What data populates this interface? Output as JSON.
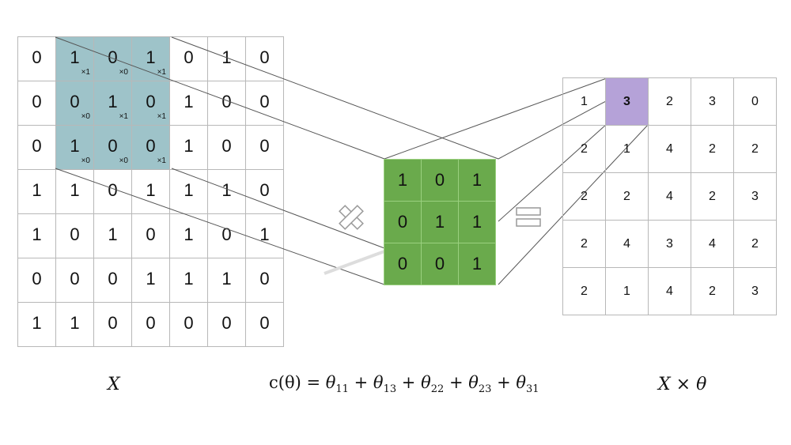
{
  "input_matrix": {
    "rows": [
      [
        "0",
        "1",
        "0",
        "1",
        "0",
        "1",
        "0"
      ],
      [
        "0",
        "0",
        "1",
        "0",
        "1",
        "0",
        "0"
      ],
      [
        "0",
        "1",
        "0",
        "0",
        "1",
        "0",
        "0"
      ],
      [
        "1",
        "1",
        "0",
        "1",
        "1",
        "1",
        "0"
      ],
      [
        "1",
        "0",
        "1",
        "0",
        "1",
        "0",
        "1"
      ],
      [
        "0",
        "0",
        "0",
        "1",
        "1",
        "1",
        "0"
      ],
      [
        "1",
        "1",
        "0",
        "0",
        "0",
        "0",
        "0"
      ]
    ],
    "window_weights": [
      [
        "×1",
        "×0",
        "×1"
      ],
      [
        "×0",
        "×1",
        "×1"
      ],
      [
        "×0",
        "×0",
        "×1"
      ]
    ],
    "label": "X"
  },
  "kernel_matrix": {
    "rows": [
      [
        "1",
        "0",
        "1"
      ],
      [
        "0",
        "1",
        "1"
      ],
      [
        "0",
        "0",
        "1"
      ]
    ]
  },
  "output_matrix": {
    "rows": [
      [
        "1",
        "3",
        "2",
        "3",
        "0"
      ],
      [
        "2",
        "1",
        "4",
        "2",
        "2"
      ],
      [
        "2",
        "2",
        "4",
        "2",
        "3"
      ],
      [
        "2",
        "4",
        "3",
        "4",
        "2"
      ],
      [
        "2",
        "1",
        "4",
        "2",
        "3"
      ]
    ],
    "label": "X × θ"
  },
  "formula": {
    "lhs": "c(θ) = ",
    "terms": [
      "θ11",
      "θ13",
      "θ22",
      "θ23",
      "θ31"
    ]
  },
  "colors": {
    "input_highlight": "#9ec3c9",
    "kernel": "#6aaa4c",
    "output_highlight": "#b5a2d8"
  }
}
